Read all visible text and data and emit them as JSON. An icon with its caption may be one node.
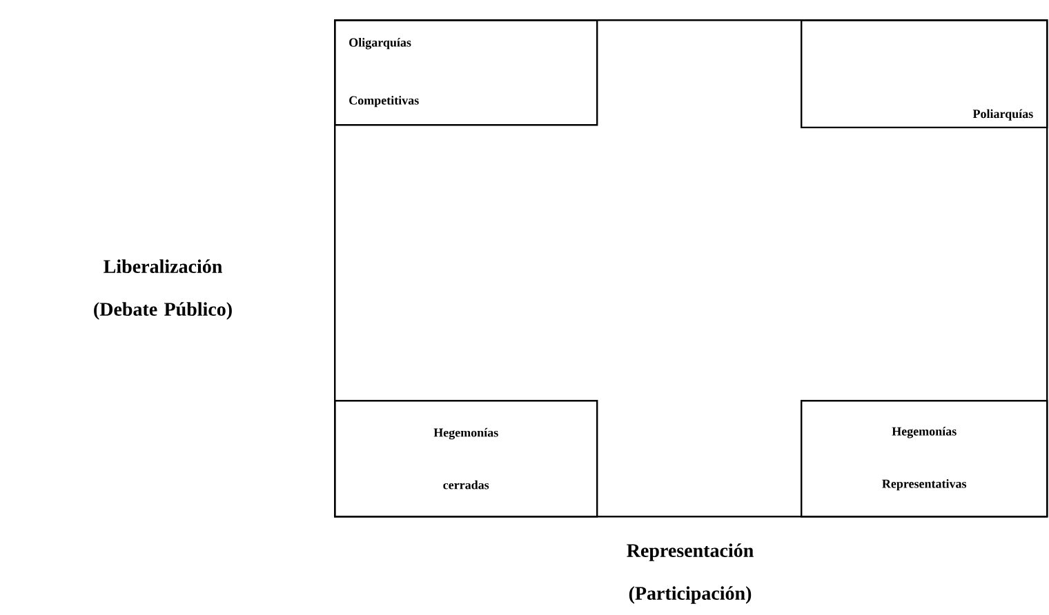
{
  "diagram": {
    "nodes": [
      {
        "text": [],
        "shape": "box"
      },
      {
        "text": [
          "Oligarquías Competitivas"
        ],
        "in": 0
      },
      {
        "text": [
          "Poliarquías"
        ],
        "in": 0
      },
      {
        "text": [
          "Hegemonías cerradas"
        ],
        "in": 0
      },
      {
        "text": [
          "Hegemonías Representativas"
        ],
        "in": 0
      }
    ],
    "labels": [
      "Liberalización (Debate Público)",
      "Representación (Participación)"
    ]
  }
}
